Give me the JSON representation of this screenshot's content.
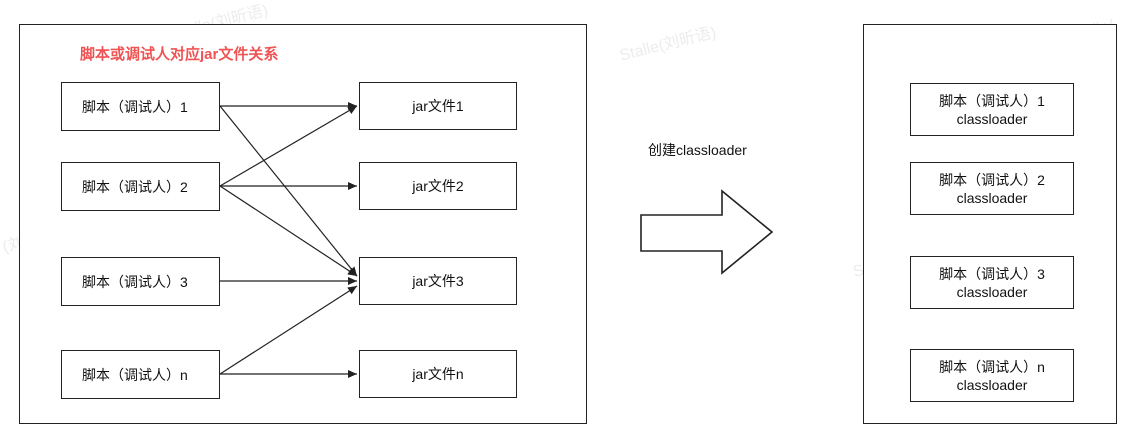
{
  "left_panel": {
    "title": "脚本或调试人对应jar文件关系",
    "scripts": [
      {
        "label": "脚本（调试人）1"
      },
      {
        "label": "脚本（调试人）2"
      },
      {
        "label": "脚本（调试人）3"
      },
      {
        "label": "脚本（调试人）n"
      }
    ],
    "jars": [
      {
        "label": "jar文件1"
      },
      {
        "label": "jar文件2"
      },
      {
        "label": "jar文件3"
      },
      {
        "label": "jar文件n"
      }
    ],
    "connections": [
      [
        "脚本（调试人）1",
        "jar文件1"
      ],
      [
        "脚本（调试人）1",
        "jar文件3"
      ],
      [
        "脚本（调试人）2",
        "jar文件1"
      ],
      [
        "脚本（调试人）2",
        "jar文件2"
      ],
      [
        "脚本（调试人）2",
        "jar文件3"
      ],
      [
        "脚本（调试人）3",
        "jar文件3"
      ],
      [
        "脚本（调试人）n",
        "jar文件3"
      ],
      [
        "脚本（调试人）n",
        "jar文件n"
      ]
    ]
  },
  "middle": {
    "arrow_label": "创建classloader"
  },
  "right_panel": {
    "loaders": [
      {
        "line1": "脚本（调试人）1",
        "line2": "classloader"
      },
      {
        "line1": "脚本（调试人）2",
        "line2": "classloader"
      },
      {
        "line1": "脚本（调试人）3",
        "line2": "classloader"
      },
      {
        "line1": "脚本（调试人）n",
        "line2": "classloader"
      }
    ]
  },
  "colors": {
    "title": "#ef5454",
    "stroke": "#222222"
  }
}
